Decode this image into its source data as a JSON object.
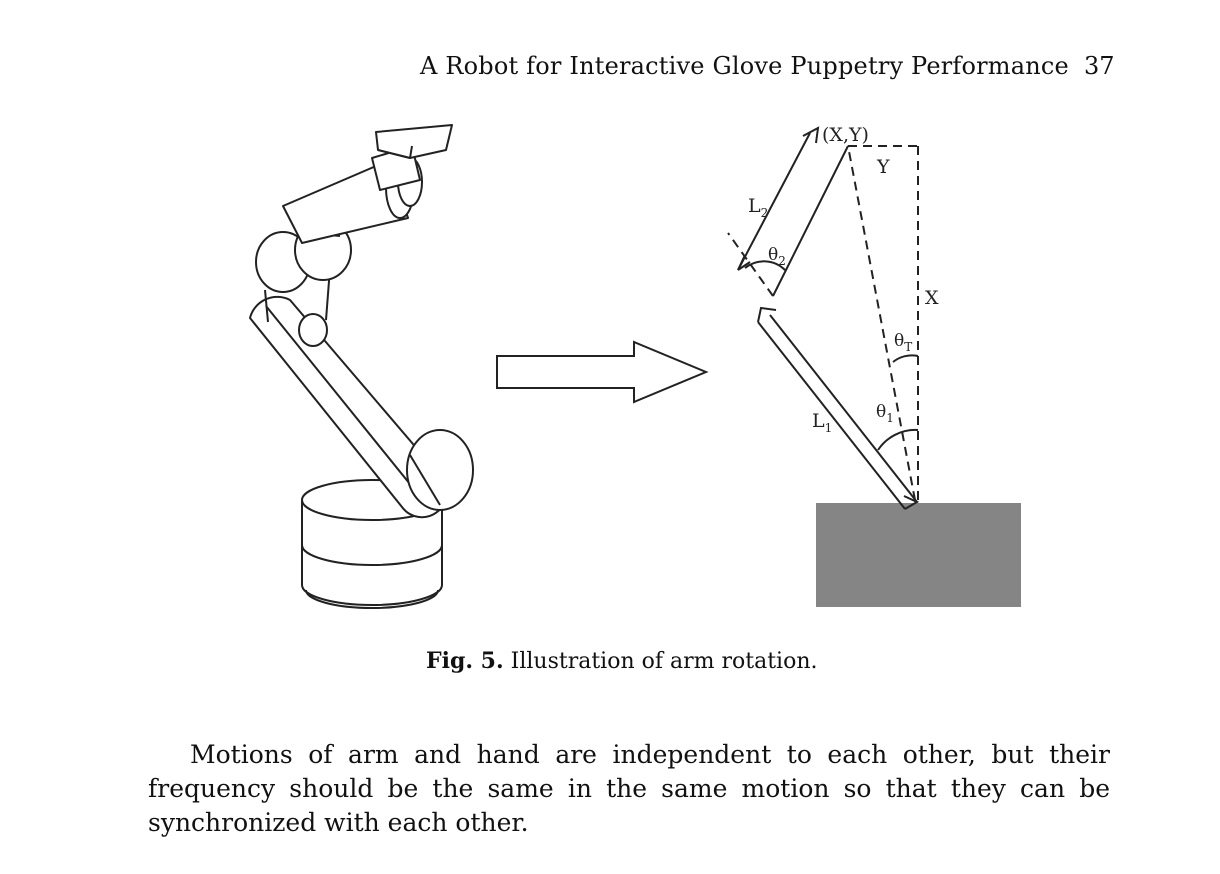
{
  "header": {
    "running_title": "A Robot for Interactive Glove Puppetry Performance",
    "page_number": "37"
  },
  "figure": {
    "diagram_labels": {
      "point": "(X,Y)",
      "y": "Y",
      "x": "X",
      "l1_main": "L",
      "l1_sub": "1",
      "l2_main": "L",
      "l2_sub": "2",
      "theta1_main": "θ",
      "theta1_sub": "1",
      "theta2_main": "θ",
      "theta2_sub": "2",
      "thetaT_main": "θ",
      "thetaT_sub": "T"
    },
    "caption_label": "Fig. 5.",
    "caption_text": " Illustration of arm rotation."
  },
  "body": {
    "paragraph": "Motions of arm and hand are independent to each other, but their frequency should be the same in the same motion so that they can be synchronized with each other."
  },
  "colors": {
    "base_block": "#858585",
    "ink": "#222222"
  }
}
